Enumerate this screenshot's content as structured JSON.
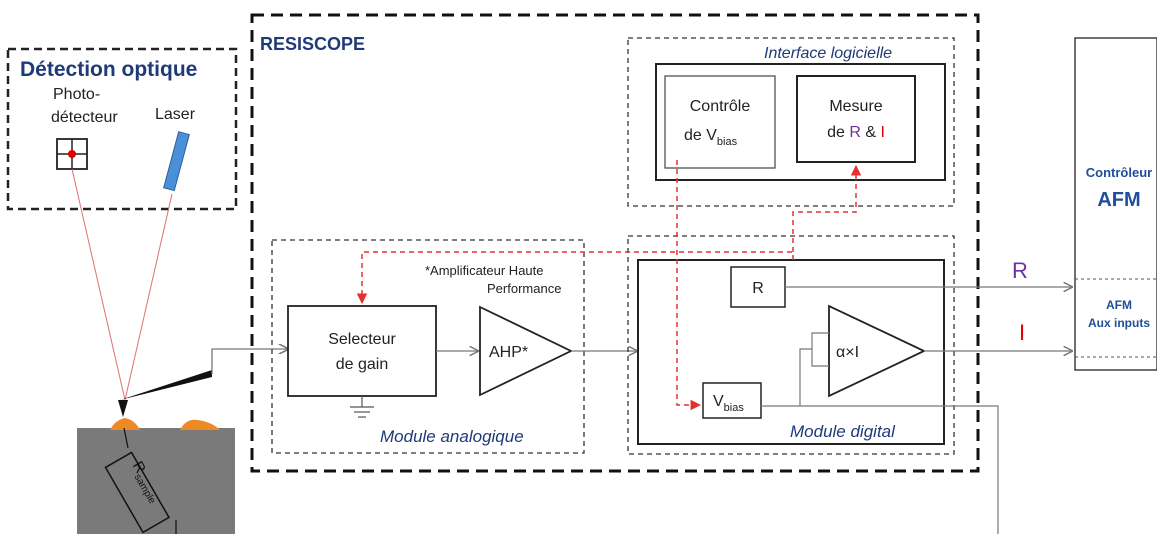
{
  "optical": {
    "title": "Détection optique",
    "photo_line1": "Photo-",
    "photo_line2": "détecteur",
    "laser": "Laser"
  },
  "resiscope": {
    "title": "RESISCOPE"
  },
  "interface": {
    "title": "Interface logicielle",
    "controle_line1": "Contrôle",
    "controle_prefix": "de V",
    "controle_sub": "bias",
    "mesure_line1": "Mesure",
    "mesure_prefix": "de ",
    "mesure_r": "R",
    "mesure_amp": " & ",
    "mesure_i": "I"
  },
  "analog": {
    "title": "Module analogique",
    "note_line1": "*Amplificateur Haute",
    "note_line2": "Performance",
    "selecteur_line1": "Selecteur",
    "selecteur_line2": "de gain",
    "ahp": "AHP*"
  },
  "digital": {
    "title": "Module digital",
    "r_box": "R",
    "alpha": "α×I",
    "vbias_main": "V",
    "vbias_sub": "bias"
  },
  "afm": {
    "title_line1": "Contrôleur",
    "title_line2": "AFM",
    "aux_line1": "AFM",
    "aux_line2": "Aux inputs"
  },
  "signals": {
    "r": "R",
    "i": "I"
  },
  "sample": {
    "label_main": "R",
    "label_sub": "sample"
  },
  "colors": {
    "ctrl_dashed": "#e53030",
    "laser_line": "#e07070",
    "italic_title": "#1f3a78",
    "r_purple": "#7030a0",
    "i_red": "#e00000",
    "afm_blue": "#1f4e9a",
    "sample_grey": "#7a7a7a",
    "bump_orange": "#ee8a26",
    "laser_blue": "#4a90d9"
  }
}
